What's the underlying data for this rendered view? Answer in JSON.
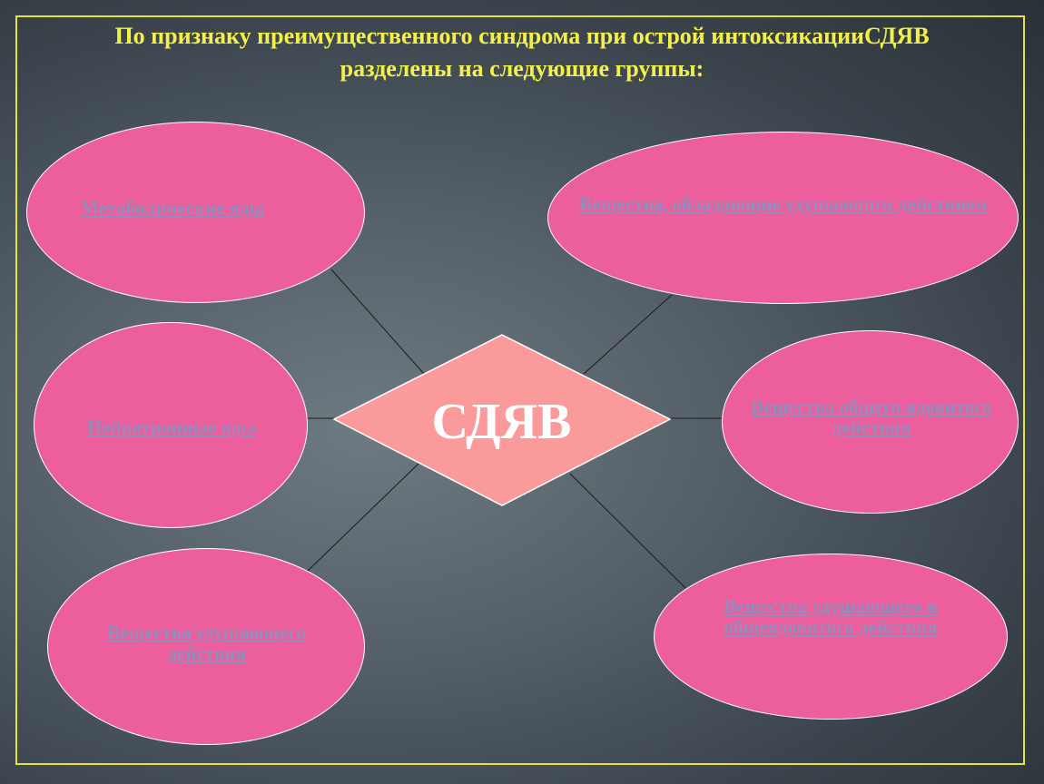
{
  "slide": {
    "title_line1": "По признаку преимущественного синдрома при острой интоксикацииСДЯВ",
    "title_line2": "разделены на следующие группы:",
    "center_label": "СДЯВ",
    "groups": {
      "metabolic": "Метаболические яды",
      "asphyxiant": "Вещества, обладающие удушающим действием",
      "neurotropic": "Нейротропные яды",
      "general_toxic": "Вещества общего ядовитого действия",
      "suffocating": "Вещества удушающего действия",
      "suffocating_general": "Вещества удушающего и общеядовитого действия"
    }
  },
  "colors": {
    "background": "#4f5a62",
    "frame_border": "#e6e23a",
    "title_text": "#f4f04a",
    "oval_fill": "#ec5f9c",
    "oval_label": "#8e8fbf",
    "diamond_fill": "#fb9a9a",
    "center_text": "#ffffff",
    "connector": "#1a1a1a"
  }
}
